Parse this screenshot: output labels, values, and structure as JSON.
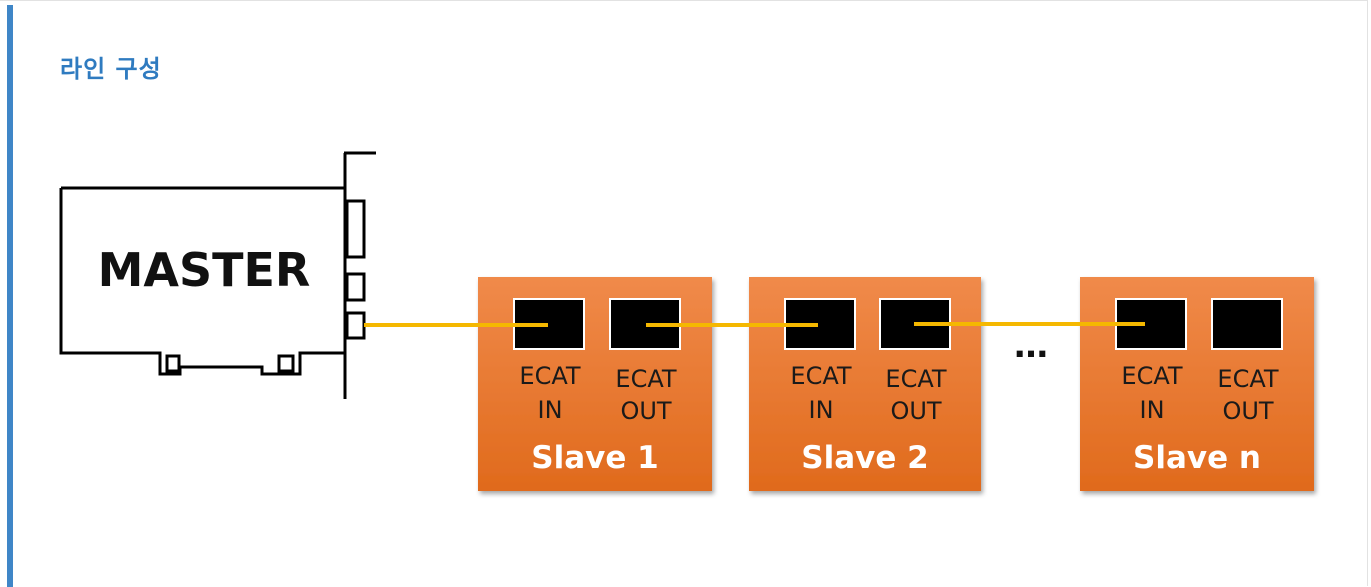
{
  "title": "라인 구성",
  "master": {
    "label": "MASTER"
  },
  "slaves": [
    {
      "name": "Slave 1",
      "in_label_1": "ECAT",
      "in_label_2": "IN",
      "out_label_1": "ECAT",
      "out_label_2": "OUT"
    },
    {
      "name": "Slave 2",
      "in_label_1": "ECAT",
      "in_label_2": "IN",
      "out_label_1": "ECAT",
      "out_label_2": "OUT"
    },
    {
      "name": "Slave n",
      "in_label_1": "ECAT",
      "in_label_2": "IN",
      "out_label_1": "ECAT",
      "out_label_2": "OUT"
    }
  ],
  "ellipsis": "…",
  "colors": {
    "accent": "#3f86c7",
    "title": "#2f7bc0",
    "slave_fill_top": "#f08a4a",
    "slave_fill_bottom": "#e06a1c",
    "cable": "#f5b800",
    "port": "#000000"
  }
}
